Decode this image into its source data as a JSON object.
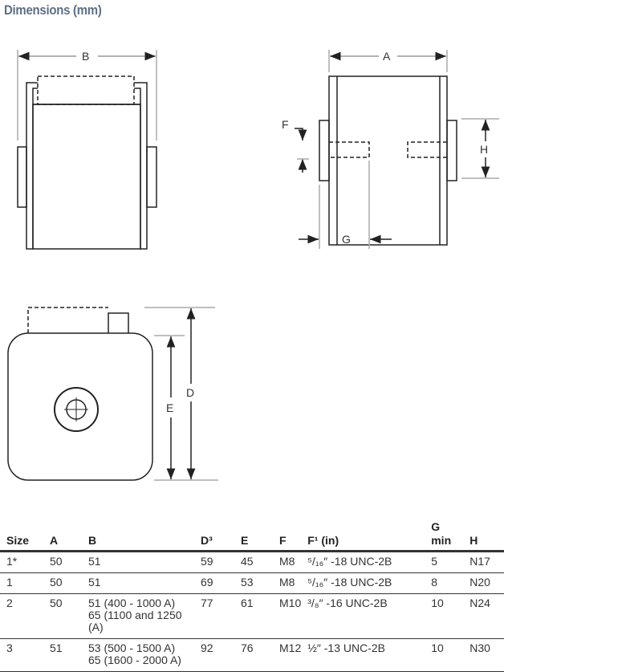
{
  "title": "Dimensions (mm)",
  "drawing_labels": {
    "a": "A",
    "b": "B",
    "d": "D",
    "e": "E",
    "f": "F",
    "g": "G",
    "h": "H"
  },
  "table": {
    "headers": [
      "Size",
      "A",
      "B",
      "D³",
      "E",
      "F",
      "F¹ (in)",
      "G min",
      "H"
    ],
    "header_g_top": "G",
    "header_g_bottom": "min",
    "rows": [
      {
        "size": "1*",
        "a": "50",
        "b1": "51",
        "b2": "",
        "d": "59",
        "e": "45",
        "f": "M8",
        "f_in": "⁵/₁₆″ -18 UNC-2B",
        "g": "5",
        "h": "N17"
      },
      {
        "size": "1",
        "a": "50",
        "b1": "51",
        "b2": "",
        "d": "69",
        "e": "53",
        "f": "M8",
        "f_in": "⁵/₁₆″ -18 UNC-2B",
        "g": "8",
        "h": "N20"
      },
      {
        "size": "2",
        "a": "50",
        "b1": "51 (400 - 1000 A)",
        "b2": "65 (1100 and 1250 (A)",
        "d": "77",
        "e": "61",
        "f": "M10",
        "f_in": "³/₈″ -16 UNC-2B",
        "g": "10",
        "h": "N24"
      },
      {
        "size": "3",
        "a": "51",
        "b1": "53 (500 - 1500 A)",
        "b2": "65 (1600 - 2000 A)",
        "d": "92",
        "e": "76",
        "f": "M12",
        "f_in": "½″ -13 UNC-2B",
        "g": "10",
        "h": "N30"
      }
    ]
  }
}
